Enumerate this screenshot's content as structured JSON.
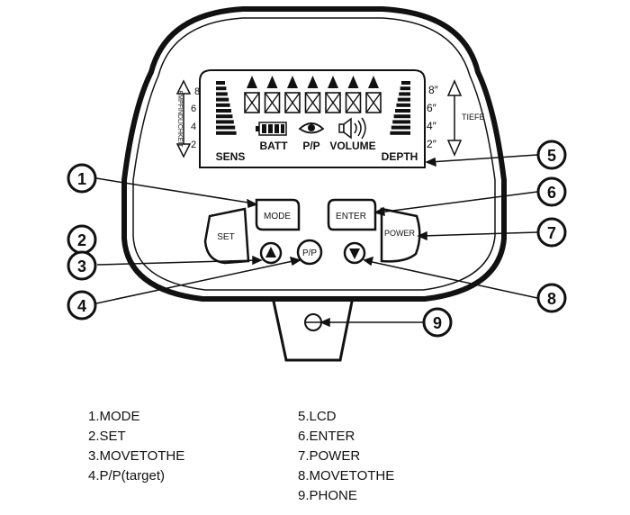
{
  "display": {
    "labels": {
      "sens": "SENS",
      "batt": "BATT",
      "pp": "P/P",
      "volume": "VOLUME",
      "depth": "DEPTH"
    },
    "left_scale": {
      "caption": "EMPFINDLICHKEIT",
      "ticks": [
        "8",
        "6",
        "4",
        "2"
      ]
    },
    "right_scale": {
      "caption": "TIEFE",
      "ticks": [
        "8″",
        "6″",
        "4″",
        "2″"
      ]
    },
    "target_digits": 7,
    "bar_segments": 10
  },
  "buttons": {
    "mode": "MODE",
    "set": "SET",
    "enter": "ENTER",
    "power": "POWER",
    "pp": "P/P"
  },
  "callouts": [
    "1",
    "2",
    "3",
    "4",
    "5",
    "6",
    "7",
    "8",
    "9"
  ],
  "legend": {
    "left": [
      "1.MODE",
      "2.SET",
      "3.MOVETOTHE",
      "4.P/P(target)"
    ],
    "right": [
      "5.LCD",
      "6.ENTER",
      "7.POWER",
      "8.MOVETOTHE",
      "9.PHONE"
    ]
  },
  "icons": {
    "battery": "battery-icon",
    "eye": "eye-icon",
    "speaker": "speaker-icon",
    "up": "up-arrow-icon",
    "down": "down-arrow-icon",
    "phone_jack": "phone-jack-icon"
  }
}
